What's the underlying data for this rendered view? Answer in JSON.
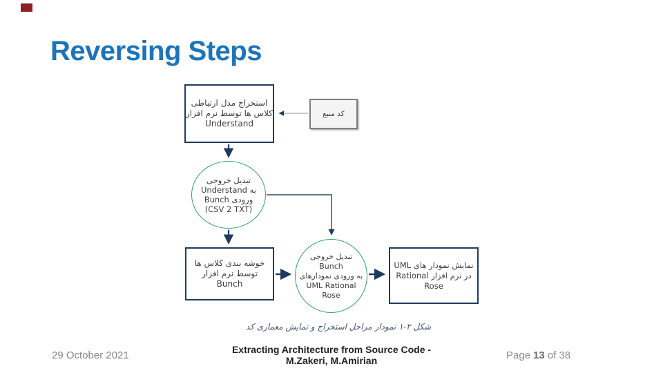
{
  "slide": {
    "title": "Reversing Steps",
    "colors": {
      "title_blue": "#1B74BC",
      "corner_mark_red": "#8B2025",
      "box_border_navy": "#1F3A5F",
      "circle_border_green": "#2EA45A",
      "gray_border": "#7F7F7F",
      "arrow_navy": "#1F3A5F",
      "arrow_gray": "#A6A6A6",
      "footer_gray": "#848484"
    }
  },
  "diagram": {
    "box_understand": {
      "lines": [
        "استخراج مدل ارتباطی",
        "کلاس ها توسط نرم افزار",
        "Understand"
      ]
    },
    "box_source_code": {
      "label": "کد منبع"
    },
    "circle_csv": {
      "lines": [
        "تبدیل خروجی",
        "به Understand",
        "ورودی Bunch",
        "(CSV 2 TXT)"
      ]
    },
    "box_bunch": {
      "lines": [
        "خوشه بندی کلاس ها",
        "توسط نرم افزار",
        "Bunch"
      ]
    },
    "circle_uml": {
      "lines": [
        "تبدیل خروجی Bunch",
        "به ورودی نمودارهای",
        "UML Rational Rose"
      ]
    },
    "box_rose": {
      "lines": [
        "نمایش نمودار های UML",
        "در نرم افزار Rational Rose"
      ]
    },
    "caption": "شکل ۲-۱ نمودار مراحل استخراج و نمایش معماری کد"
  },
  "footer": {
    "date": "29 October 2021",
    "credit_line1": "Extracting Architecture from Source Code -",
    "credit_line2": "M.Zakeri, M.Amirian",
    "page_prefix": "Page",
    "page_number": "13",
    "page_suffix": "of 38"
  }
}
